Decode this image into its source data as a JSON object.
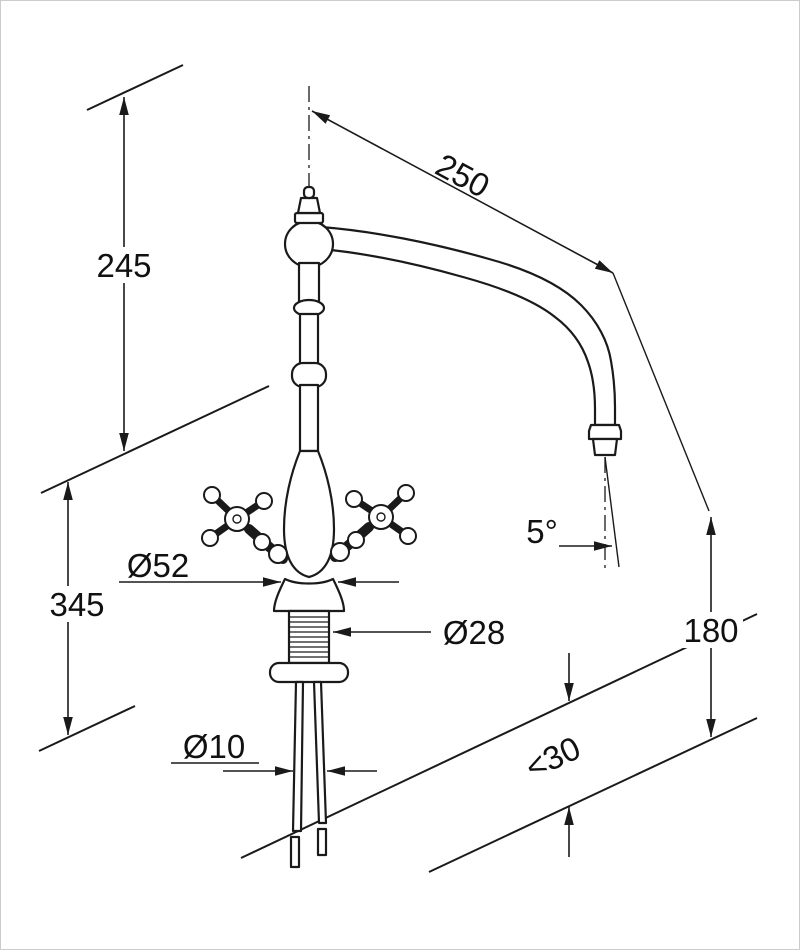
{
  "page": {
    "background": "#ffffff",
    "border_color": "#cccccc",
    "line_color": "#1a1a1a"
  },
  "drawing": {
    "description": "Dimensioned technical line drawing of a two-handle, single-hole kitchen faucet with a tall curved swivel spout, cross handles, threaded shank and two supply tubes",
    "labels": {
      "height_spout": "245",
      "reach": "250",
      "height_total": "345",
      "dia_body": "Ø52",
      "dia_shank": "Ø28",
      "dia_tubes": "Ø10",
      "outlet_angle": "5°",
      "outlet_height": "180",
      "deck_max": "<30"
    }
  }
}
